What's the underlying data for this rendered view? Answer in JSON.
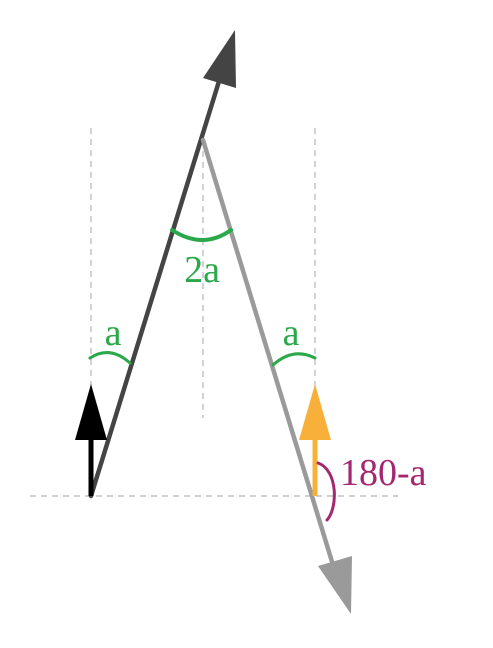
{
  "labels": {
    "angle_a_left": "a",
    "angle_2a": "2a",
    "angle_a_right": "a",
    "angle_180_minus_a": "180-a"
  },
  "colors": {
    "background": "#ffffff",
    "dashed_guides": "#b5b5b5",
    "incoming_vector": "#444444",
    "reflected_vector": "#9a9a9a",
    "black_arrow": "#000000",
    "orange_arrow": "#f9b03a",
    "green_angle": "#2aa84a",
    "magenta_angle": "#a3286f"
  }
}
